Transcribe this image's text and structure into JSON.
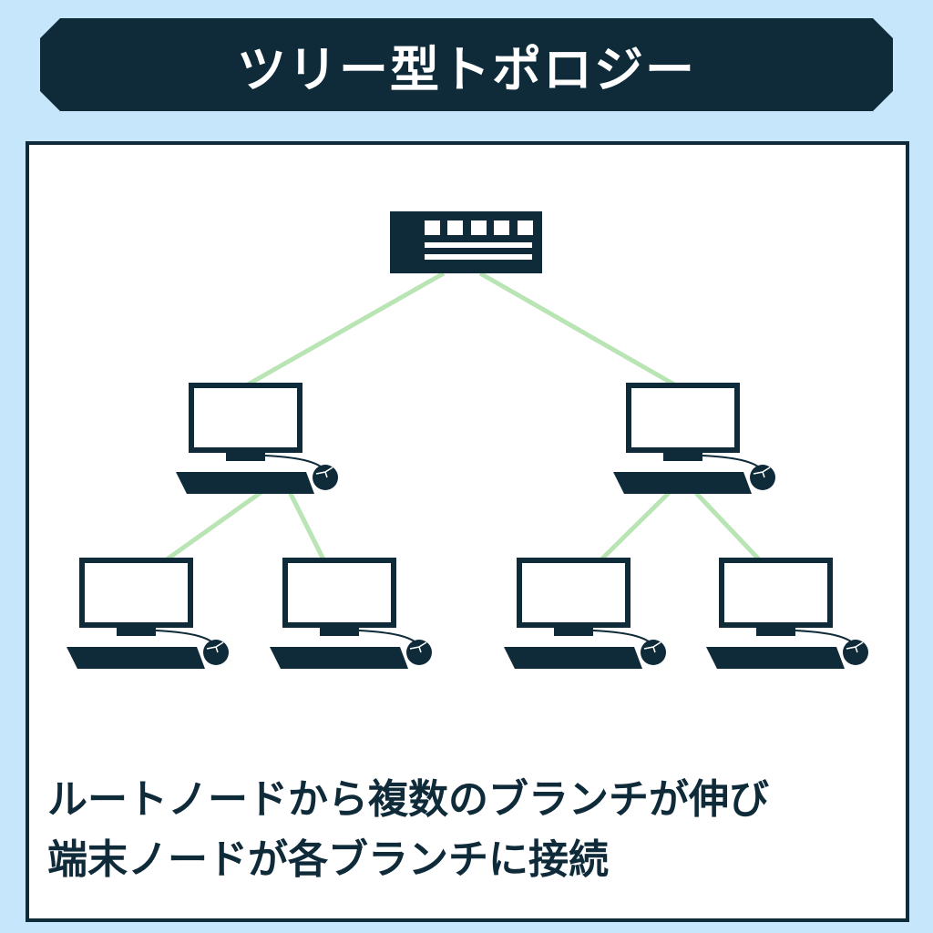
{
  "title": "ツリー型トポロジー",
  "caption": {
    "line1": "ルートノードから複数のブランチが伸び",
    "line2": "端末ノードが各ブランチに接続"
  },
  "colors": {
    "dark": "#0f2b3a",
    "link": "#b9e4b4",
    "background": "#c6e7fb"
  },
  "nodes": {
    "root": "switch-icon",
    "branches": [
      "computer-icon",
      "computer-icon"
    ],
    "leaves": [
      "computer-icon",
      "computer-icon",
      "computer-icon",
      "computer-icon"
    ]
  }
}
